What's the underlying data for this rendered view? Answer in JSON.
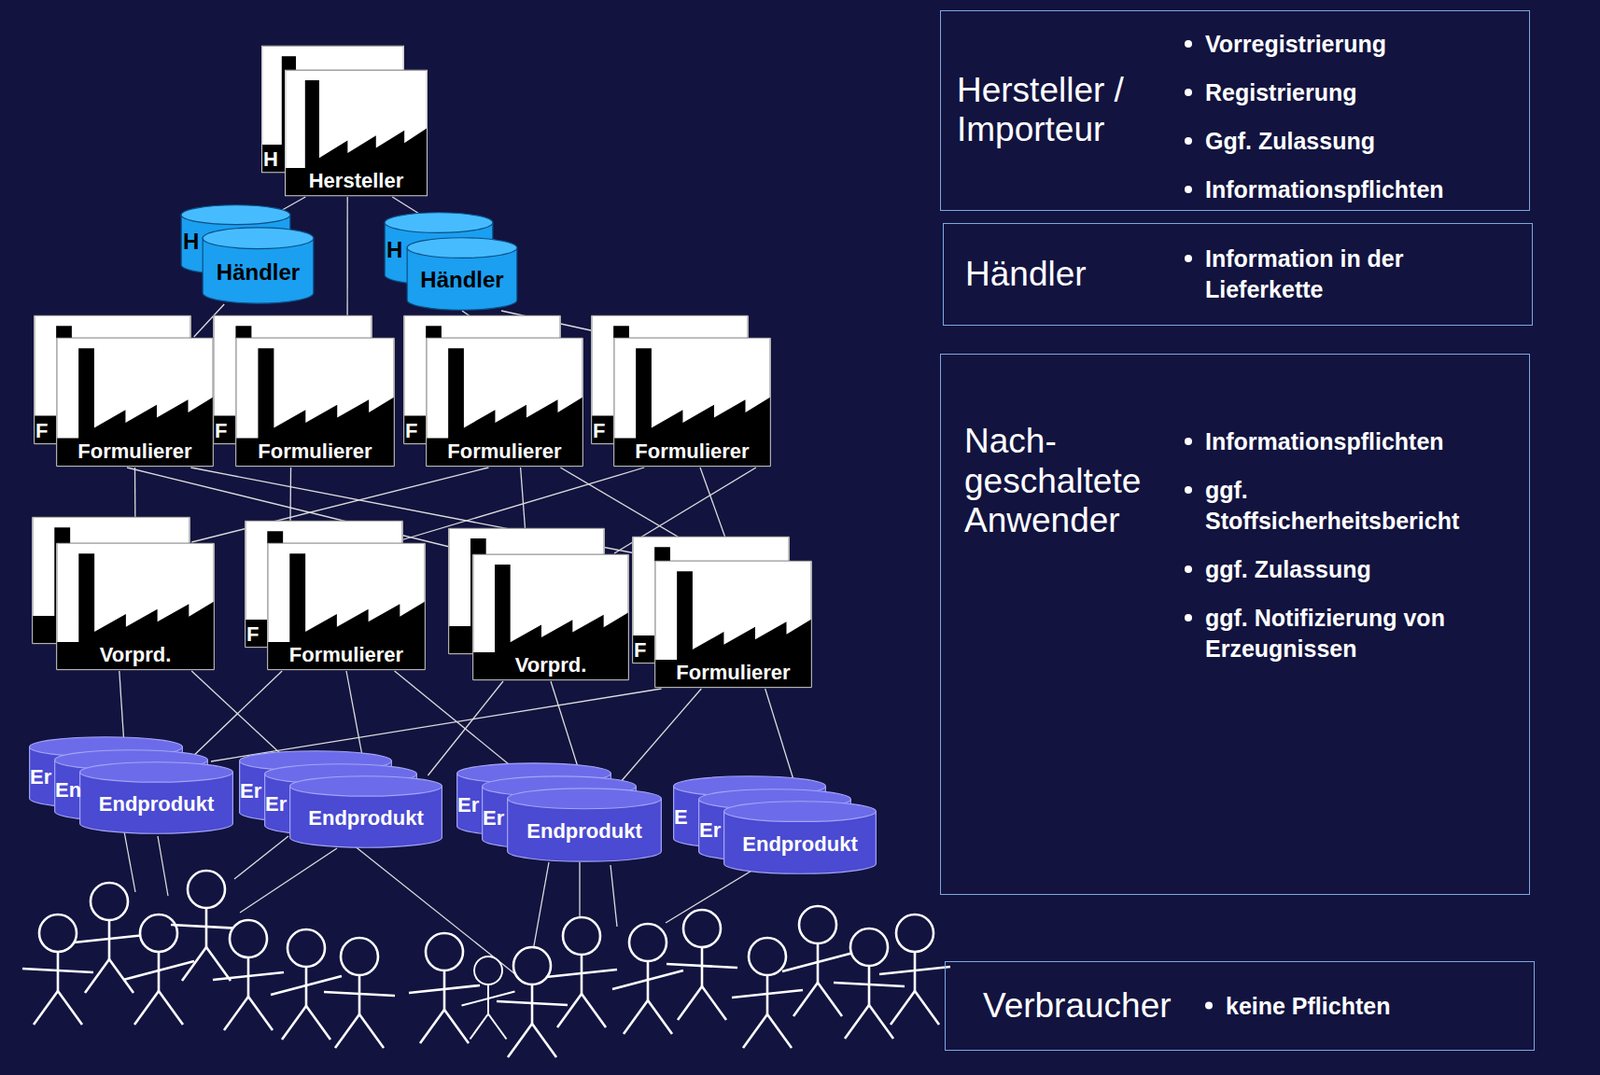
{
  "diagram": {
    "nodes": [
      {
        "text": [
          "Hersteller"
        ]
      },
      {
        "text": [
          "Händler"
        ]
      },
      {
        "text": [
          "Händler"
        ]
      },
      {
        "text": [
          "Formulierer"
        ]
      },
      {
        "text": [
          "Formulierer"
        ]
      },
      {
        "text": [
          "Formulierer"
        ]
      },
      {
        "text": [
          "Formulierer"
        ]
      },
      {
        "text": [
          "Vorprd."
        ]
      },
      {
        "text": [
          "Formulierer"
        ]
      },
      {
        "text": [
          "Vorprd."
        ]
      },
      {
        "text": [
          "Formulierer"
        ]
      },
      {
        "text": [
          "Endprodukt"
        ]
      },
      {
        "text": [
          "Endprodukt"
        ]
      },
      {
        "text": [
          "Endprodukt"
        ]
      },
      {
        "text": [
          "Endprodukt"
        ]
      },
      {
        "text": [
          "Hersteller / Importeur",
          "Vorregistrierung",
          "Registrierung",
          "Ggf. Zulassung",
          "Informationspflichten"
        ]
      },
      {
        "text": [
          "Händler",
          "Information in der Lieferkette"
        ]
      },
      {
        "text": [
          "Nach- geschaltete Anwender",
          "Informationspflichten",
          "ggf. Stoffsicherheitsbericht",
          "ggf. Zulassung",
          "ggf. Notifizierung von Erzeugnissen"
        ]
      },
      {
        "text": [
          "Verbraucher",
          "keine Pflichten"
        ]
      }
    ],
    "edges": [
      {
        "from": 0,
        "to": 1,
        "arrow": "none"
      },
      {
        "from": 0,
        "to": 2,
        "arrow": "none"
      },
      {
        "from": 0,
        "to": 4,
        "arrow": "none"
      },
      {
        "from": 1,
        "to": 3,
        "arrow": "none"
      },
      {
        "from": 2,
        "to": 5,
        "arrow": "none"
      },
      {
        "from": 2,
        "to": 6,
        "arrow": "none"
      },
      {
        "from": 3,
        "to": 7,
        "arrow": "none"
      },
      {
        "from": 3,
        "to": 9,
        "arrow": "none"
      },
      {
        "from": 3,
        "to": 10,
        "arrow": "none"
      },
      {
        "from": 4,
        "to": 8,
        "arrow": "none"
      },
      {
        "from": 5,
        "to": 7,
        "arrow": "none"
      },
      {
        "from": 5,
        "to": 9,
        "arrow": "none"
      },
      {
        "from": 5,
        "to": 10,
        "arrow": "none"
      },
      {
        "from": 6,
        "to": 8,
        "arrow": "none"
      },
      {
        "from": 6,
        "to": 10,
        "arrow": "none"
      },
      {
        "from": 6,
        "to": 9,
        "arrow": "none"
      },
      {
        "from": 7,
        "to": 11,
        "arrow": "none"
      },
      {
        "from": 7,
        "to": 12,
        "arrow": "none"
      },
      {
        "from": 8,
        "to": 11,
        "arrow": "none"
      },
      {
        "from": 8,
        "to": 12,
        "arrow": "none"
      },
      {
        "from": 8,
        "to": 13,
        "arrow": "none"
      },
      {
        "from": 9,
        "to": 12,
        "arrow": "none"
      },
      {
        "from": 9,
        "to": 13,
        "arrow": "none"
      },
      {
        "from": 10,
        "to": 11,
        "arrow": "none"
      },
      {
        "from": 10,
        "to": 13,
        "arrow": "none"
      },
      {
        "from": 10,
        "to": 14,
        "arrow": "none"
      }
    ],
    "labels": [
      "H",
      "H",
      "H",
      "F",
      "F",
      "F",
      "F",
      "F",
      "F",
      "Er",
      "En",
      "Er",
      "Er",
      "Er",
      "Er",
      "E",
      "Er"
    ]
  }
}
